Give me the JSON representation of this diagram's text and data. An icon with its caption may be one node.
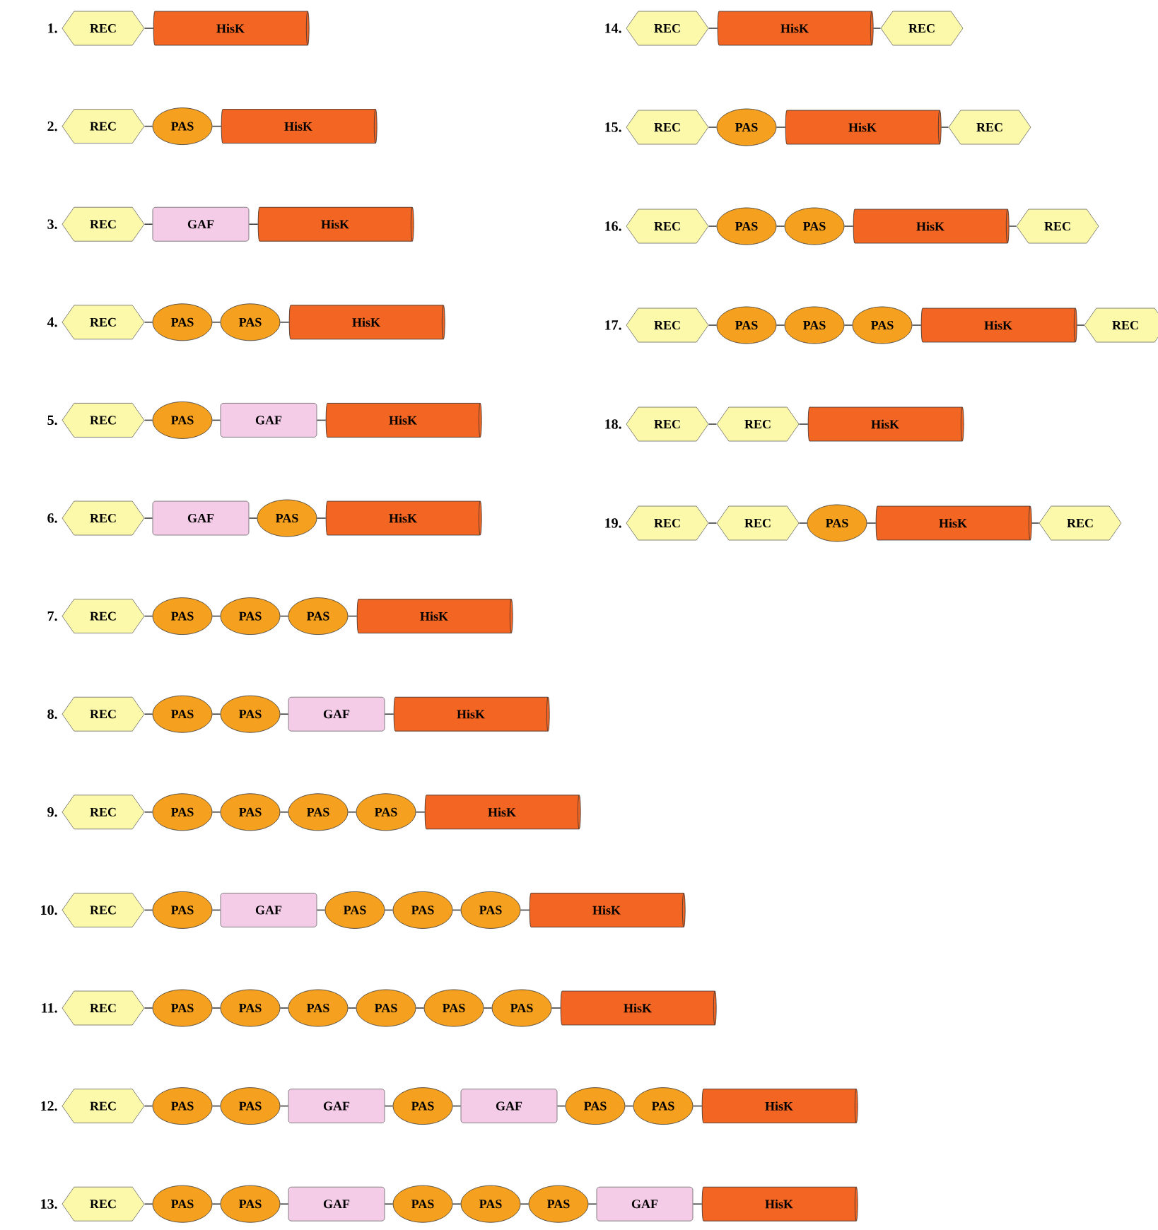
{
  "diagram": {
    "nodes": [
      {
        "text": [
          "REC"
        ]
      },
      {
        "text": [
          "HisK"
        ]
      },
      {
        "text": [
          "REC"
        ]
      },
      {
        "text": [
          "PAS"
        ]
      },
      {
        "text": [
          "HisK"
        ]
      },
      {
        "text": [
          "REC"
        ]
      },
      {
        "text": [
          "GAF"
        ]
      },
      {
        "text": [
          "HisK"
        ]
      },
      {
        "text": [
          "REC"
        ]
      },
      {
        "text": [
          "PAS"
        ]
      },
      {
        "text": [
          "PAS"
        ]
      },
      {
        "text": [
          "HisK"
        ]
      },
      {
        "text": [
          "REC"
        ]
      },
      {
        "text": [
          "PAS"
        ]
      },
      {
        "text": [
          "GAF"
        ]
      },
      {
        "text": [
          "HisK"
        ]
      },
      {
        "text": [
          "REC"
        ]
      },
      {
        "text": [
          "GAF"
        ]
      },
      {
        "text": [
          "PAS"
        ]
      },
      {
        "text": [
          "HisK"
        ]
      },
      {
        "text": [
          "REC"
        ]
      },
      {
        "text": [
          "PAS"
        ]
      },
      {
        "text": [
          "PAS"
        ]
      },
      {
        "text": [
          "PAS"
        ]
      },
      {
        "text": [
          "HisK"
        ]
      },
      {
        "text": [
          "REC"
        ]
      },
      {
        "text": [
          "PAS"
        ]
      },
      {
        "text": [
          "PAS"
        ]
      },
      {
        "text": [
          "GAF"
        ]
      },
      {
        "text": [
          "HisK"
        ]
      },
      {
        "text": [
          "REC"
        ]
      },
      {
        "text": [
          "PAS"
        ]
      },
      {
        "text": [
          "PAS"
        ]
      },
      {
        "text": [
          "PAS"
        ]
      },
      {
        "text": [
          "PAS"
        ]
      },
      {
        "text": [
          "HisK"
        ]
      },
      {
        "text": [
          "REC"
        ]
      },
      {
        "text": [
          "PAS"
        ]
      },
      {
        "text": [
          "GAF"
        ]
      },
      {
        "text": [
          "PAS"
        ]
      },
      {
        "text": [
          "PAS"
        ]
      },
      {
        "text": [
          "PAS"
        ]
      },
      {
        "text": [
          "HisK"
        ]
      },
      {
        "text": [
          "REC"
        ]
      },
      {
        "text": [
          "PAS"
        ]
      },
      {
        "text": [
          "PAS"
        ]
      },
      {
        "text": [
          "PAS"
        ]
      },
      {
        "text": [
          "PAS"
        ]
      },
      {
        "text": [
          "PAS"
        ]
      },
      {
        "text": [
          "PAS"
        ]
      },
      {
        "text": [
          "HisK"
        ]
      },
      {
        "text": [
          "REC"
        ]
      },
      {
        "text": [
          "PAS"
        ]
      },
      {
        "text": [
          "PAS"
        ]
      },
      {
        "text": [
          "GAF"
        ]
      },
      {
        "text": [
          "PAS"
        ]
      },
      {
        "text": [
          "GAF"
        ]
      },
      {
        "text": [
          "PAS"
        ]
      },
      {
        "text": [
          "PAS"
        ]
      },
      {
        "text": [
          "HisK"
        ]
      },
      {
        "text": [
          "REC"
        ]
      },
      {
        "text": [
          "PAS"
        ]
      },
      {
        "text": [
          "PAS"
        ]
      },
      {
        "text": [
          "GAF"
        ]
      },
      {
        "text": [
          "PAS"
        ]
      },
      {
        "text": [
          "PAS"
        ]
      },
      {
        "text": [
          "PAS"
        ]
      },
      {
        "text": [
          "GAF"
        ]
      },
      {
        "text": [
          "HisK"
        ]
      },
      {
        "text": [
          "REC"
        ]
      },
      {
        "text": [
          "HisK"
        ]
      },
      {
        "text": [
          "REC"
        ]
      },
      {
        "text": [
          "REC"
        ]
      },
      {
        "text": [
          "PAS"
        ]
      },
      {
        "text": [
          "HisK"
        ]
      },
      {
        "text": [
          "REC"
        ]
      },
      {
        "text": [
          "REC"
        ]
      },
      {
        "text": [
          "PAS"
        ]
      },
      {
        "text": [
          "PAS"
        ]
      },
      {
        "text": [
          "HisK"
        ]
      },
      {
        "text": [
          "REC"
        ]
      },
      {
        "text": [
          "REC"
        ]
      },
      {
        "text": [
          "PAS"
        ]
      },
      {
        "text": [
          "PAS"
        ]
      },
      {
        "text": [
          "PAS"
        ]
      },
      {
        "text": [
          "HisK"
        ]
      },
      {
        "text": [
          "REC"
        ]
      },
      {
        "text": [
          "REC"
        ]
      },
      {
        "text": [
          "REC"
        ]
      },
      {
        "text": [
          "HisK"
        ]
      },
      {
        "text": [
          "REC"
        ]
      },
      {
        "text": [
          "REC"
        ]
      },
      {
        "text": [
          "PAS"
        ]
      },
      {
        "text": [
          "HisK"
        ]
      },
      {
        "text": [
          "REC"
        ]
      }
    ],
    "edges": [
      {
        "from": 0,
        "to": 1,
        "arrow": "none"
      },
      {
        "from": 2,
        "to": 3,
        "arrow": "none"
      },
      {
        "from": 3,
        "to": 4,
        "arrow": "none"
      },
      {
        "from": 5,
        "to": 6,
        "arrow": "none"
      },
      {
        "from": 6,
        "to": 7,
        "arrow": "none"
      },
      {
        "from": 8,
        "to": 9,
        "arrow": "none"
      },
      {
        "from": 9,
        "to": 10,
        "arrow": "none"
      },
      {
        "from": 10,
        "to": 11,
        "arrow": "none"
      },
      {
        "from": 12,
        "to": 13,
        "arrow": "none"
      },
      {
        "from": 13,
        "to": 14,
        "arrow": "none"
      },
      {
        "from": 14,
        "to": 15,
        "arrow": "none"
      },
      {
        "from": 16,
        "to": 17,
        "arrow": "none"
      },
      {
        "from": 17,
        "to": 18,
        "arrow": "none"
      },
      {
        "from": 18,
        "to": 19,
        "arrow": "none"
      },
      {
        "from": 20,
        "to": 21,
        "arrow": "none"
      },
      {
        "from": 21,
        "to": 22,
        "arrow": "none"
      },
      {
        "from": 22,
        "to": 23,
        "arrow": "none"
      },
      {
        "from": 23,
        "to": 24,
        "arrow": "none"
      },
      {
        "from": 25,
        "to": 26,
        "arrow": "none"
      },
      {
        "from": 26,
        "to": 27,
        "arrow": "none"
      },
      {
        "from": 27,
        "to": 28,
        "arrow": "none"
      },
      {
        "from": 28,
        "to": 29,
        "arrow": "none"
      },
      {
        "from": 30,
        "to": 31,
        "arrow": "none"
      },
      {
        "from": 31,
        "to": 32,
        "arrow": "none"
      },
      {
        "from": 32,
        "to": 33,
        "arrow": "none"
      },
      {
        "from": 33,
        "to": 34,
        "arrow": "none"
      },
      {
        "from": 34,
        "to": 35,
        "arrow": "none"
      },
      {
        "from": 36,
        "to": 37,
        "arrow": "none"
      },
      {
        "from": 37,
        "to": 38,
        "arrow": "none"
      },
      {
        "from": 38,
        "to": 39,
        "arrow": "none"
      },
      {
        "from": 39,
        "to": 40,
        "arrow": "none"
      },
      {
        "from": 40,
        "to": 41,
        "arrow": "none"
      },
      {
        "from": 41,
        "to": 42,
        "arrow": "none"
      },
      {
        "from": 43,
        "to": 44,
        "arrow": "none"
      },
      {
        "from": 44,
        "to": 45,
        "arrow": "none"
      },
      {
        "from": 45,
        "to": 46,
        "arrow": "none"
      },
      {
        "from": 46,
        "to": 47,
        "arrow": "none"
      },
      {
        "from": 47,
        "to": 48,
        "arrow": "none"
      },
      {
        "from": 48,
        "to": 49,
        "arrow": "none"
      },
      {
        "from": 49,
        "to": 50,
        "arrow": "none"
      },
      {
        "from": 51,
        "to": 52,
        "arrow": "none"
      },
      {
        "from": 52,
        "to": 53,
        "arrow": "none"
      },
      {
        "from": 53,
        "to": 54,
        "arrow": "none"
      },
      {
        "from": 54,
        "to": 55,
        "arrow": "none"
      },
      {
        "from": 55,
        "to": 56,
        "arrow": "none"
      },
      {
        "from": 56,
        "to": 57,
        "arrow": "none"
      },
      {
        "from": 57,
        "to": 58,
        "arrow": "none"
      },
      {
        "from": 58,
        "to": 59,
        "arrow": "none"
      },
      {
        "from": 60,
        "to": 61,
        "arrow": "none"
      },
      {
        "from": 61,
        "to": 62,
        "arrow": "none"
      },
      {
        "from": 62,
        "to": 63,
        "arrow": "none"
      },
      {
        "from": 63,
        "to": 64,
        "arrow": "none"
      },
      {
        "from": 64,
        "to": 65,
        "arrow": "none"
      },
      {
        "from": 65,
        "to": 66,
        "arrow": "none"
      },
      {
        "from": 66,
        "to": 67,
        "arrow": "none"
      },
      {
        "from": 67,
        "to": 68,
        "arrow": "none"
      },
      {
        "from": 69,
        "to": 70,
        "arrow": "none"
      },
      {
        "from": 70,
        "to": 71,
        "arrow": "none"
      },
      {
        "from": 72,
        "to": 73,
        "arrow": "none"
      },
      {
        "from": 73,
        "to": 74,
        "arrow": "none"
      },
      {
        "from": 74,
        "to": 75,
        "arrow": "none"
      },
      {
        "from": 76,
        "to": 77,
        "arrow": "none"
      },
      {
        "from": 77,
        "to": 78,
        "arrow": "none"
      },
      {
        "from": 78,
        "to": 79,
        "arrow": "none"
      },
      {
        "from": 79,
        "to": 80,
        "arrow": "none"
      },
      {
        "from": 81,
        "to": 82,
        "arrow": "none"
      },
      {
        "from": 82,
        "to": 83,
        "arrow": "none"
      },
      {
        "from": 83,
        "to": 84,
        "arrow": "none"
      },
      {
        "from": 84,
        "to": 85,
        "arrow": "none"
      },
      {
        "from": 85,
        "to": 86,
        "arrow": "none"
      },
      {
        "from": 87,
        "to": 88,
        "arrow": "none"
      },
      {
        "from": 88,
        "to": 89,
        "arrow": "none"
      },
      {
        "from": 90,
        "to": 91,
        "arrow": "none"
      },
      {
        "from": 91,
        "to": 92,
        "arrow": "none"
      },
      {
        "from": 92,
        "to": 93,
        "arrow": "none"
      },
      {
        "from": 93,
        "to": 94,
        "arrow": "none"
      }
    ],
    "labels": [
      "1.",
      "2.",
      "3.",
      "4.",
      "5.",
      "6.",
      "7.",
      "8.",
      "9.",
      "10.",
      "11.",
      "12.",
      "13.",
      "14.",
      "15.",
      "16.",
      "17.",
      "18.",
      "19."
    ]
  }
}
